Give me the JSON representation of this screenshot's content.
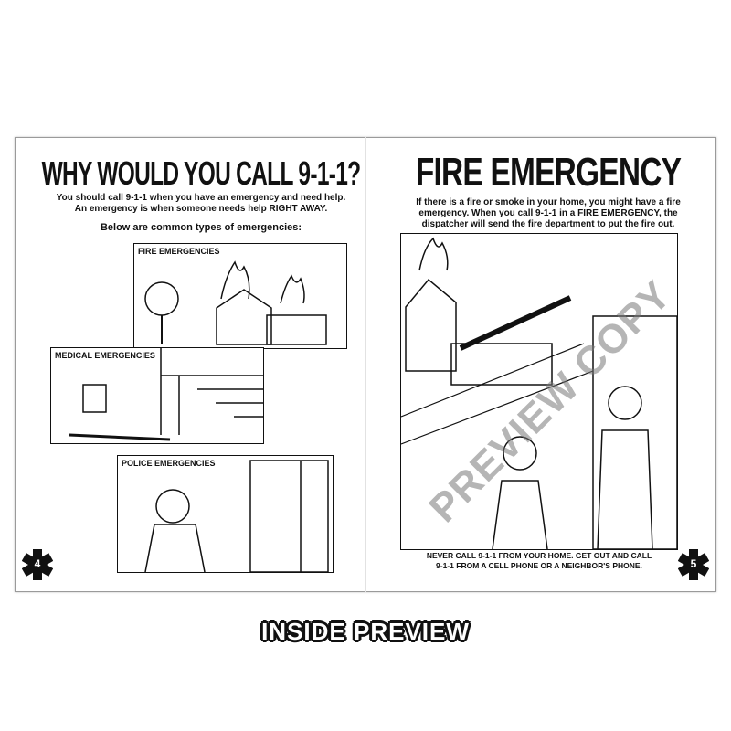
{
  "left_page": {
    "title": "WHY WOULD YOU CALL 9-1-1?",
    "intro_line1": "You should call 9-1-1 when you have an emergency and need help.",
    "intro_line2": "An emergency is when someone needs help RIGHT AWAY.",
    "subheading": "Below are common types of emergencies:",
    "panels": [
      "FIRE EMERGENCIES",
      "MEDICAL EMERGENCIES",
      "POLICE EMERGENCIES"
    ],
    "page_number": "4"
  },
  "right_page": {
    "title": "FIRE EMERGENCY",
    "intro_line1": "If there is a fire or smoke in your home, you might have a fire",
    "intro_line2": "emergency.  When you call 9-1-1 in a FIRE EMERGENCY, the",
    "intro_line3": "dispatcher will send the fire department to put the fire out.",
    "caption_line1": "NEVER CALL 9-1-1 FROM YOUR HOME. GET OUT AND CALL",
    "caption_line2": "9-1-1 FROM A CELL PHONE OR A NEIGHBOR'S PHONE.",
    "page_number": "5"
  },
  "watermark": "PREVIEW COPY",
  "footer_label": "INSIDE PREVIEW"
}
